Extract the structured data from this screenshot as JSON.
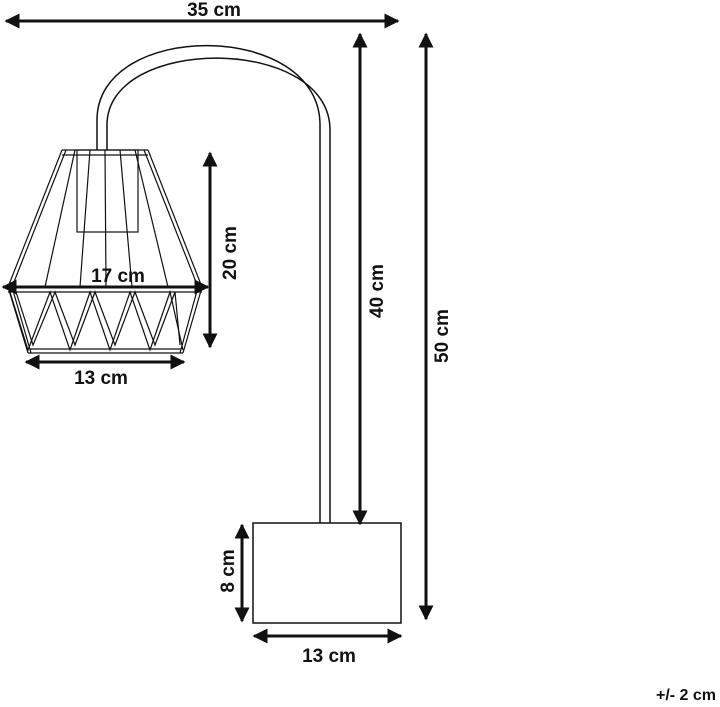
{
  "dimensions": {
    "overall_width": "35 cm",
    "shade_width": "17 cm",
    "shade_height": "20 cm",
    "shade_bottom_width": "13 cm",
    "arm_height": "40 cm",
    "total_height": "50 cm",
    "base_height": "8 cm",
    "base_width": "13 cm"
  },
  "tolerance": "+/- 2 cm",
  "colors": {
    "line": "#111111",
    "background": "#ffffff"
  }
}
